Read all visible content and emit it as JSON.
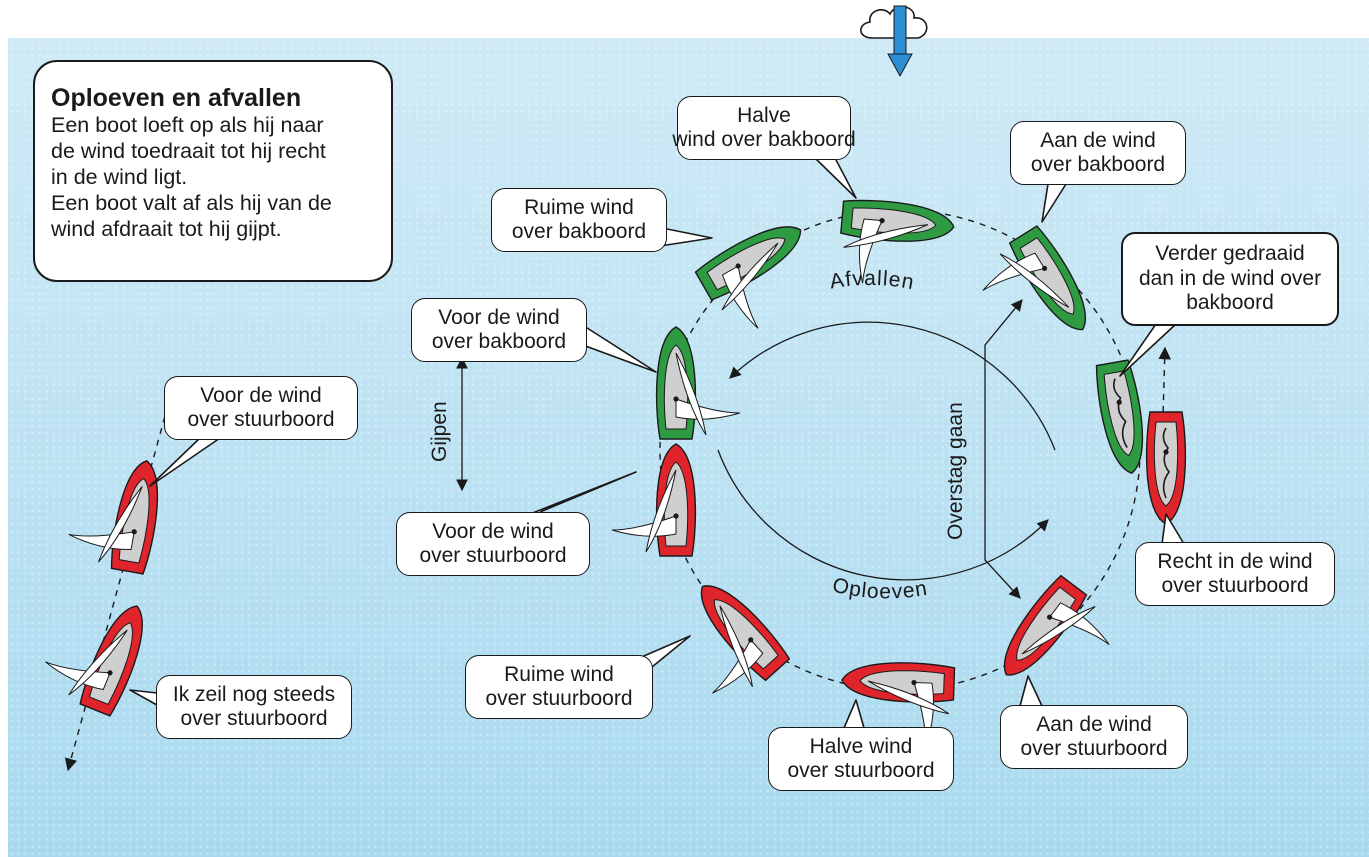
{
  "info": {
    "title": "Oploeven en afvallen",
    "lines": [
      "Een boot loeft op als hij naar",
      "de wind toedraait tot hij recht",
      "in de wind ligt.",
      "Een boot valt af als hij van de",
      "wind afdraait tot hij gijpt."
    ]
  },
  "arrows": {
    "afvallen": "Afvallen",
    "oploeven": "Oploeven",
    "overstag": "Overstag gaan",
    "gijpen": "Gijpen"
  },
  "bubbles": {
    "halve_bak": [
      "Halve",
      "wind",
      "over bakboord"
    ],
    "aan_bak": [
      "Aan de wind",
      "over bakboord"
    ],
    "ruime_bak": [
      "Ruime wind",
      "over bakboord"
    ],
    "verder": [
      "Verder gedraaid",
      "dan in de wind over",
      "bakboord"
    ],
    "voor_bak": [
      "Voor de wind",
      "over bakboord"
    ],
    "voor_stuur_left": [
      "Voor de wind",
      "over stuurboord"
    ],
    "voor_stuur_mid": [
      "Voor de wind",
      "over stuurboord"
    ],
    "recht": [
      "Recht in de wind",
      "over stuurboord"
    ],
    "ruime_stuur": [
      "Ruime wind",
      "over stuurboord"
    ],
    "ik_zeil": [
      "Ik zeil nog steeds",
      "over stuurboord"
    ],
    "halve_stuur": [
      "Halve wind",
      "over stuurboord"
    ],
    "aan_stuur": [
      "Aan de wind",
      "over stuurboord"
    ]
  },
  "colors": {
    "bakboord": "#2e9b43",
    "stuurboord": "#e0242b",
    "wind_arrow": "#2c8fd6",
    "hull_inner": "#cfcfcf"
  },
  "icons": [
    "wind-cloud-icon",
    "wind-direction-arrow-icon"
  ]
}
